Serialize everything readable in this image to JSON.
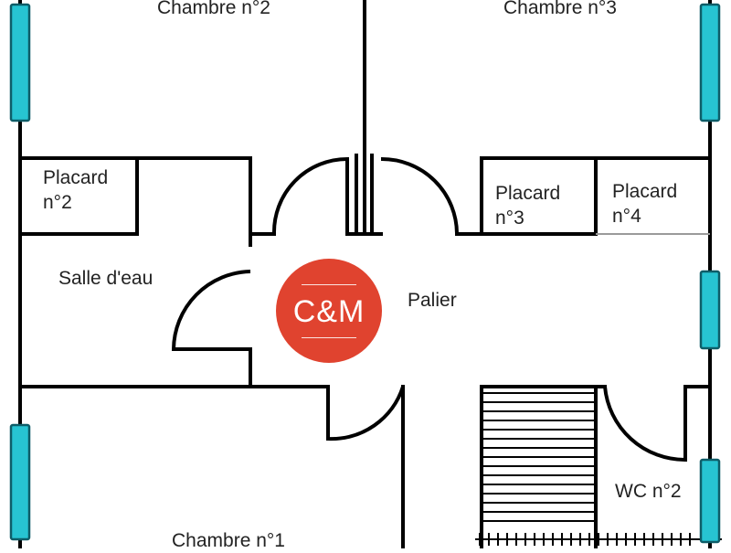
{
  "plan": {
    "rooms": {
      "chambre2": "Chambre n°2",
      "chambre3": "Chambre n°3",
      "chambre1": "Chambre n°1",
      "placard2": "Placard\nn°2",
      "placard3": "Placard\nn°3",
      "placard4": "Placard\nn°4",
      "salle_eau": "Salle d'eau",
      "palier": "Palier",
      "wc2": "WC n°2"
    },
    "logo": {
      "text": "C&M",
      "color": "#e0432f"
    },
    "colors": {
      "wall": "#000000",
      "window_fill": "#27c4d2",
      "window_stroke": "#0e5d68",
      "background": "#ffffff"
    }
  }
}
